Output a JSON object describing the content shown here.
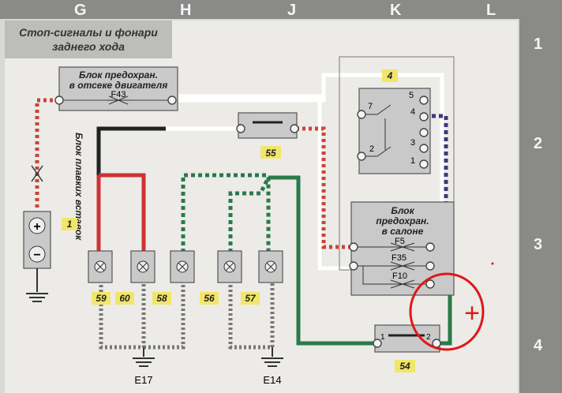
{
  "grid": {
    "columns": [
      "G",
      "H",
      "J",
      "K",
      "L"
    ],
    "rows": [
      "1",
      "2",
      "3",
      "4"
    ]
  },
  "title": {
    "line1": "Стоп-сигналы и фонари",
    "line2": "заднего хода"
  },
  "engine_fuse_box": {
    "line1": "Блок предохран.",
    "line2": "в отсеке двигателя",
    "fuse": "F43"
  },
  "fusible_links": {
    "label": "Блок плавких вставок"
  },
  "battery": {
    "tag": "1",
    "plus": "+",
    "minus": "−"
  },
  "relay_55": {
    "tag": "55"
  },
  "switch_4": {
    "tag": "4",
    "pins": [
      "7",
      "5",
      "4",
      "2",
      "3",
      "1"
    ]
  },
  "cabin_fuse_box": {
    "line1": "Блок",
    "line2": "предохран.",
    "line3": "в салоне",
    "fuses": [
      "F5",
      "F35",
      "F10"
    ]
  },
  "lamps": [
    {
      "tag": "59"
    },
    {
      "tag": "60"
    },
    {
      "tag": "58"
    },
    {
      "tag": "56"
    },
    {
      "tag": "57"
    }
  ],
  "grounds": [
    "E17",
    "E14"
  ],
  "switch_54": {
    "tag": "54",
    "pins": [
      "1",
      "2"
    ]
  },
  "annotation": {
    "mark": "+",
    "color": "#e01818"
  }
}
